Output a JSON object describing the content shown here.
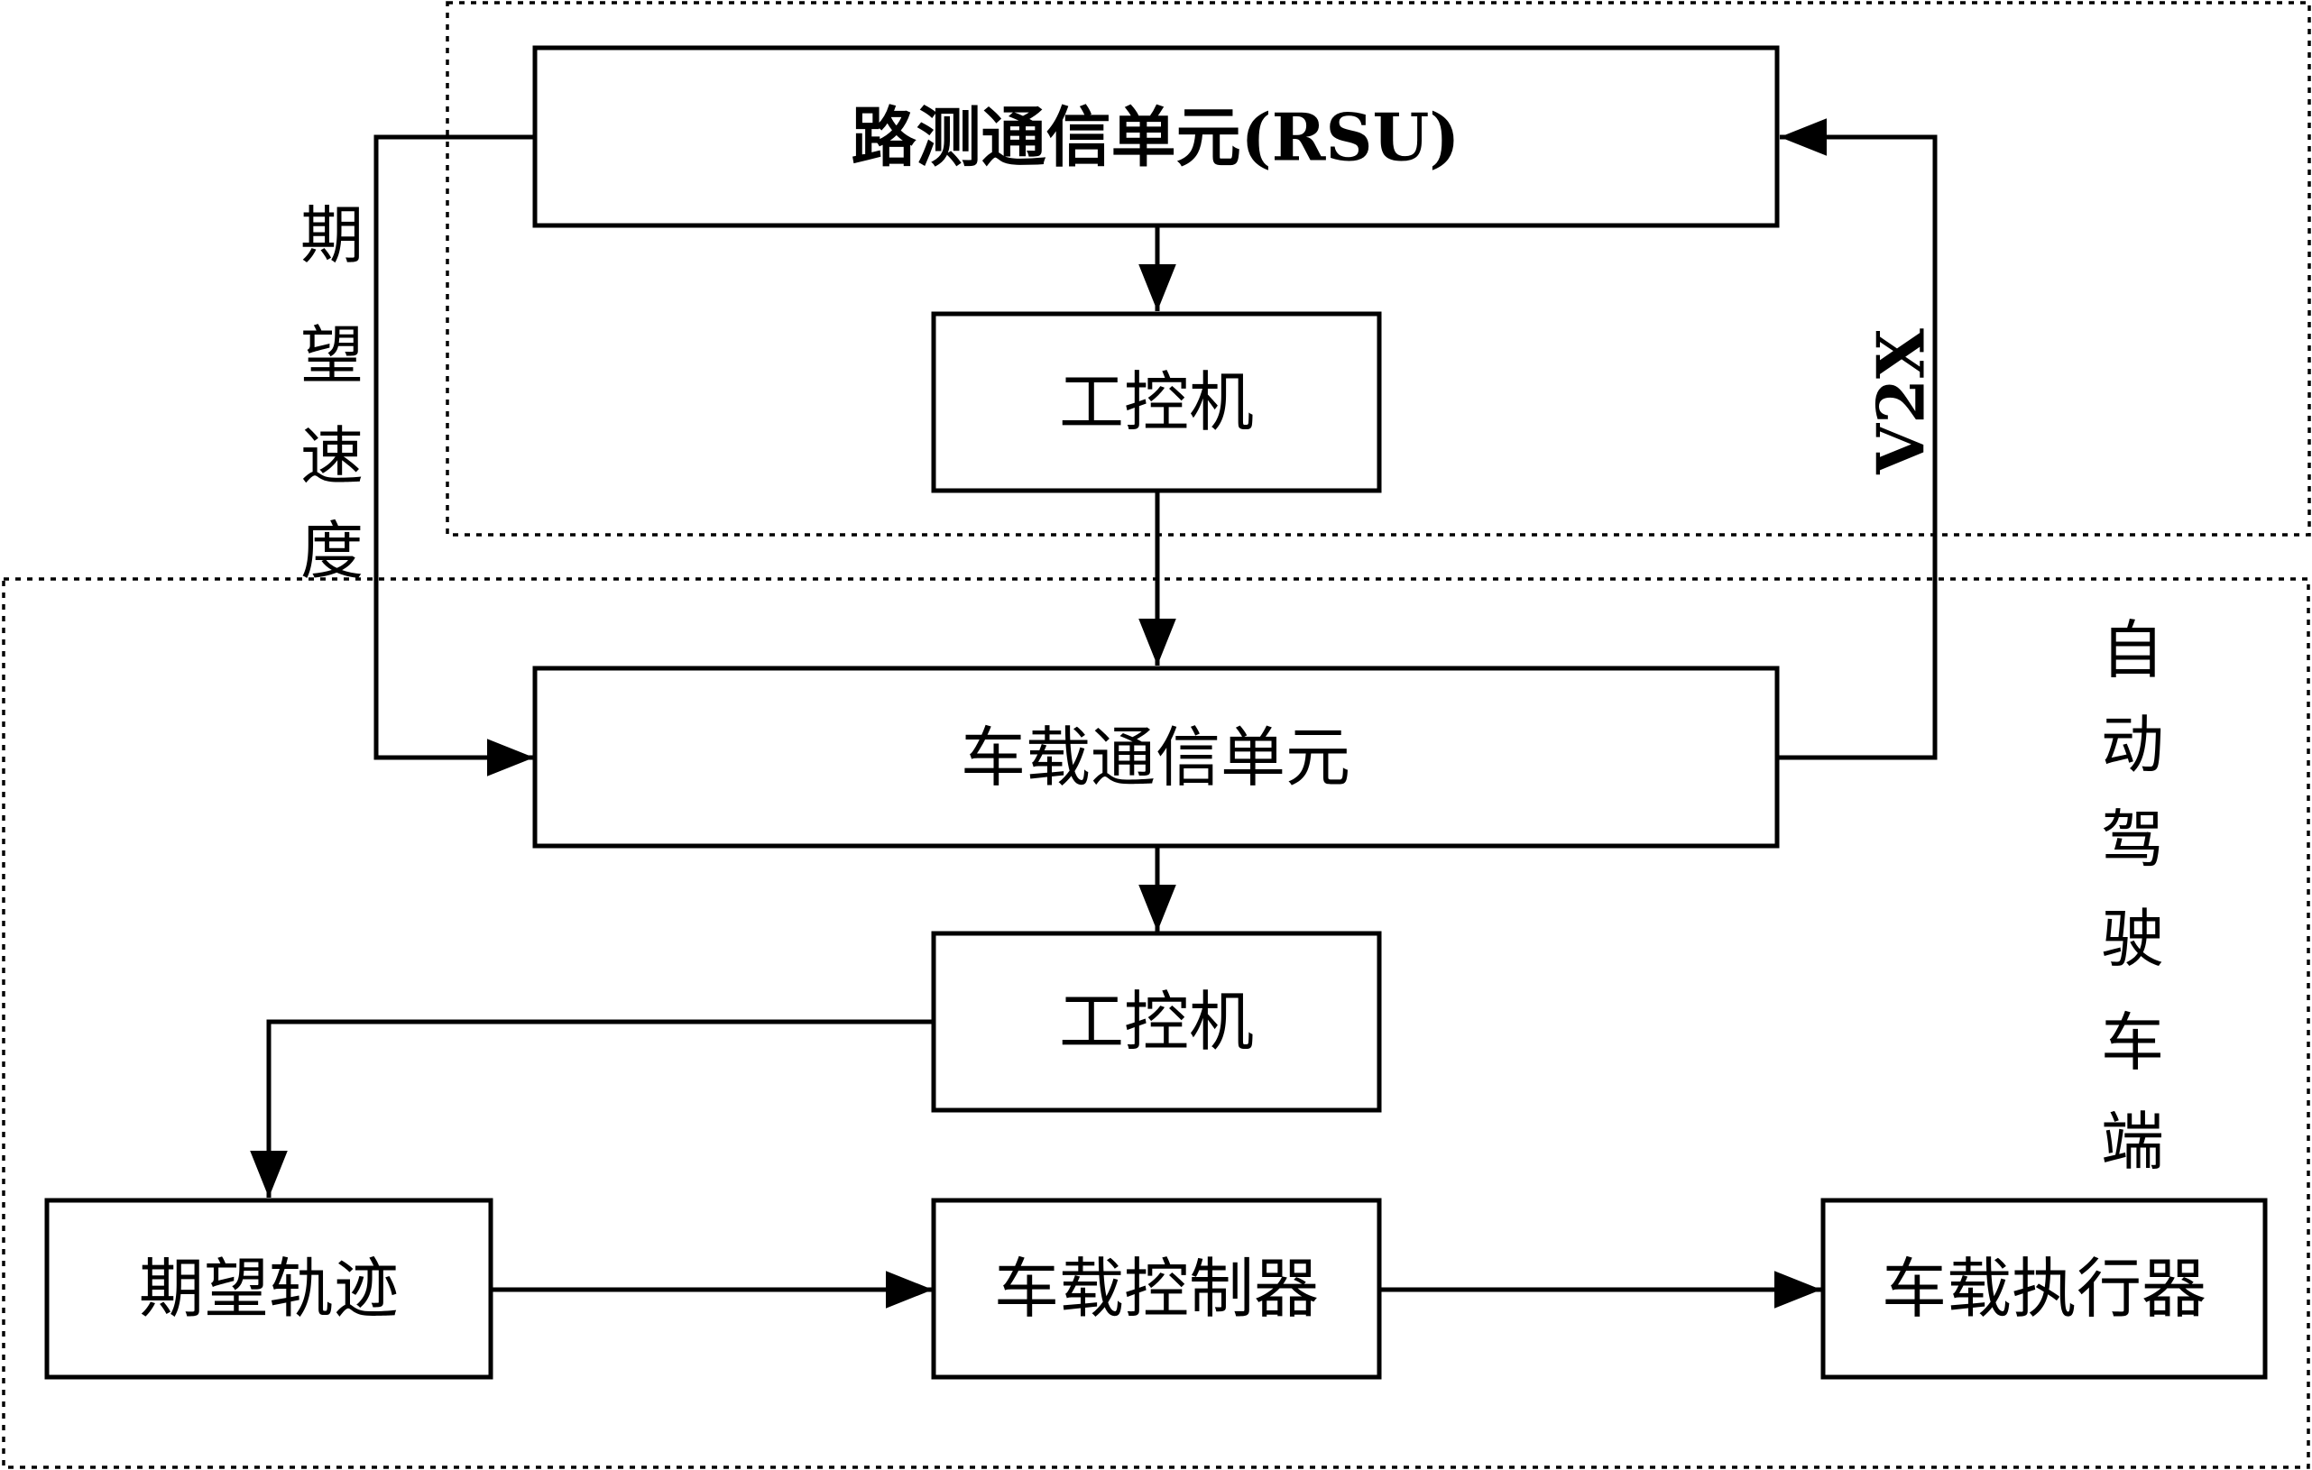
{
  "nodes": {
    "rsu": {
      "label": "路测通信单元(RSU)"
    },
    "roadside_ipc": {
      "label": "工控机"
    },
    "obu": {
      "label": "车载通信单元"
    },
    "vehicle_ipc": {
      "label": "工控机"
    },
    "trajectory": {
      "label": "期望轨迹"
    },
    "controller": {
      "label": "车载控制器"
    },
    "actuator": {
      "label": "车载执行器"
    }
  },
  "edge_labels": {
    "expected_speed": [
      "期",
      "望",
      "速",
      "度"
    ],
    "v2x": "V2X"
  },
  "regions": {
    "vehicle_side": [
      "自",
      "动",
      "驾",
      "驶",
      "车",
      "端"
    ]
  },
  "colors": {
    "stroke": "#000000",
    "background": "#ffffff"
  }
}
